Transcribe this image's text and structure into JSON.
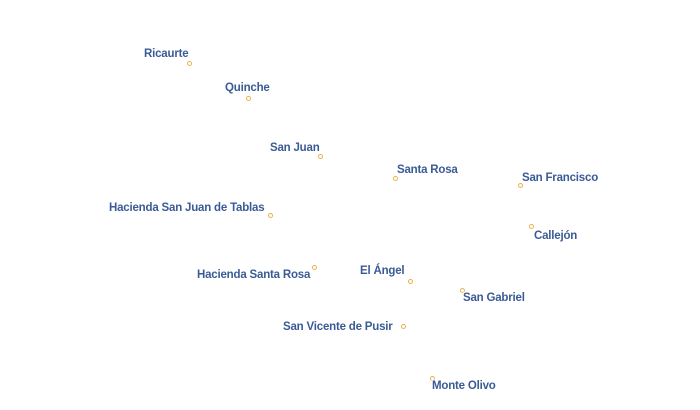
{
  "map": {
    "colors": {
      "label": "#3b5b96",
      "point": "#e8b248",
      "background": "#ffffff"
    },
    "places": [
      {
        "id": "ricaurte",
        "name": "Ricaurte"
      },
      {
        "id": "quinche",
        "name": "Quinche"
      },
      {
        "id": "san-juan",
        "name": "San Juan"
      },
      {
        "id": "santa-rosa",
        "name": "Santa Rosa"
      },
      {
        "id": "san-francisco",
        "name": "San Francisco"
      },
      {
        "id": "hacienda-san-juan-de-tablas",
        "name": "Hacienda San Juan de Tablas"
      },
      {
        "id": "callejon",
        "name": "Callejón"
      },
      {
        "id": "hacienda-santa-rosa",
        "name": "Hacienda Santa Rosa"
      },
      {
        "id": "el-angel",
        "name": "El Ángel"
      },
      {
        "id": "san-gabriel",
        "name": "San Gabriel"
      },
      {
        "id": "san-vicente-de-pusir",
        "name": "San Vicente de Pusir"
      },
      {
        "id": "monte-olivo",
        "name": "Monte Olivo"
      }
    ]
  }
}
